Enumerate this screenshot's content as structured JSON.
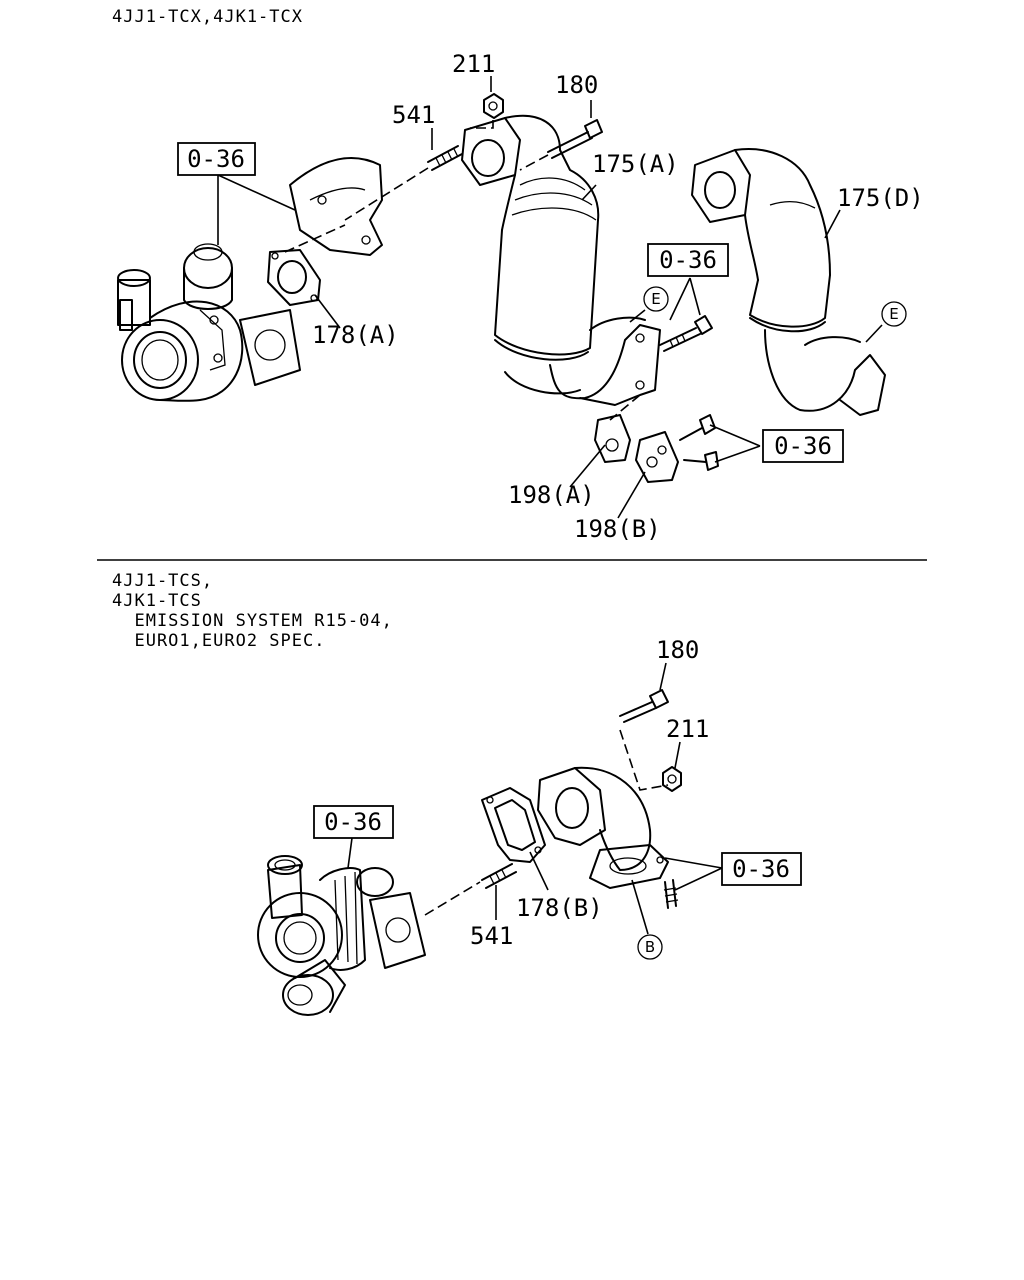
{
  "sections": [
    {
      "heading_lines": [
        "4JJ1-TCX,4JK1-TCX"
      ]
    },
    {
      "heading_lines": [
        "4JJ1-TCS,",
        "4JK1-TCS",
        "  EMISSION SYSTEM R15-04,",
        "  EURO1,EURO2 SPEC."
      ]
    }
  ],
  "callouts": {
    "top": {
      "p211": "211",
      "p180": "180",
      "p541": "541",
      "p175a": "175(A)",
      "p175d": "175(D)",
      "p178a": "178(A)",
      "p198a": "198(A)",
      "p198b": "198(B)",
      "ref_a": "0-36",
      "ref_b": "0-36",
      "ref_c": "0-36",
      "mark_e1": "E",
      "mark_e2": "E"
    },
    "bottom": {
      "p180": "180",
      "p211": "211",
      "p541": "541",
      "p178b": "178(B)",
      "ref_a": "0-36",
      "ref_b": "0-36",
      "mark_b": "B"
    }
  }
}
